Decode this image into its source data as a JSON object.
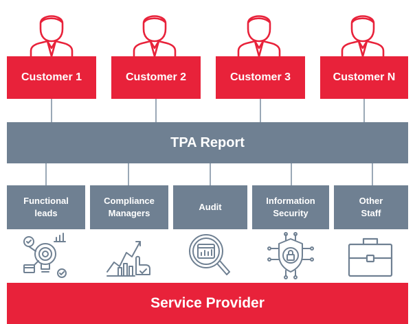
{
  "customers": [
    {
      "label": "Customer 1"
    },
    {
      "label": "Customer 2"
    },
    {
      "label": "Customer 3"
    },
    {
      "label": "Customer N"
    }
  ],
  "tpa_report": {
    "label": "TPA Report"
  },
  "roles": [
    {
      "label": "Functional\nleads",
      "icon": "lightbulb-gear-icon"
    },
    {
      "label": "Compliance\nManagers",
      "icon": "growth-chart-icon"
    },
    {
      "label": "Audit",
      "icon": "magnifier-report-icon"
    },
    {
      "label": "Information\nSecurity",
      "icon": "shield-lock-icon"
    },
    {
      "label": "Other\nStaff",
      "icon": "briefcase-icon"
    }
  ],
  "service_provider": {
    "label": "Service Provider"
  },
  "colors": {
    "red": "#e8223a",
    "slate": "#6f8092",
    "connector": "#9aa8b6",
    "icon_stroke": "#6f8092"
  }
}
